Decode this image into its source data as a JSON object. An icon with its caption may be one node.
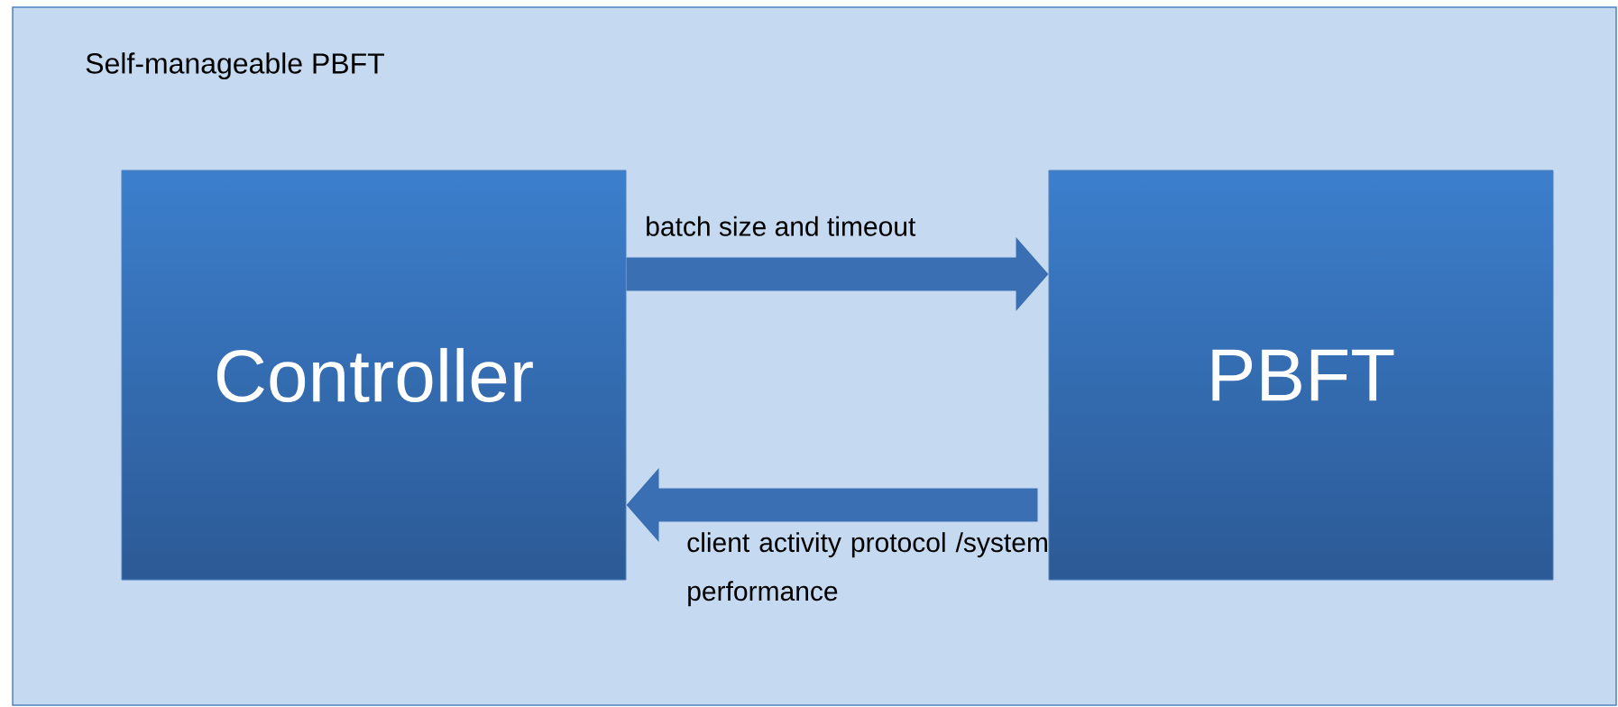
{
  "diagram": {
    "nodes": [
      {
        "text": [
          "Self-manageable PBFT"
        ]
      },
      {
        "text": [
          "Controller"
        ],
        "in": 0
      },
      {
        "text": [
          "PBFT"
        ],
        "in": 0
      }
    ],
    "edges": [
      {
        "from": 1,
        "to": 2,
        "arrow": "to",
        "label": "batch size and timeout"
      },
      {
        "from": 2,
        "to": 1,
        "arrow": "to",
        "label": "client activity protocol /system performance"
      }
    ]
  }
}
